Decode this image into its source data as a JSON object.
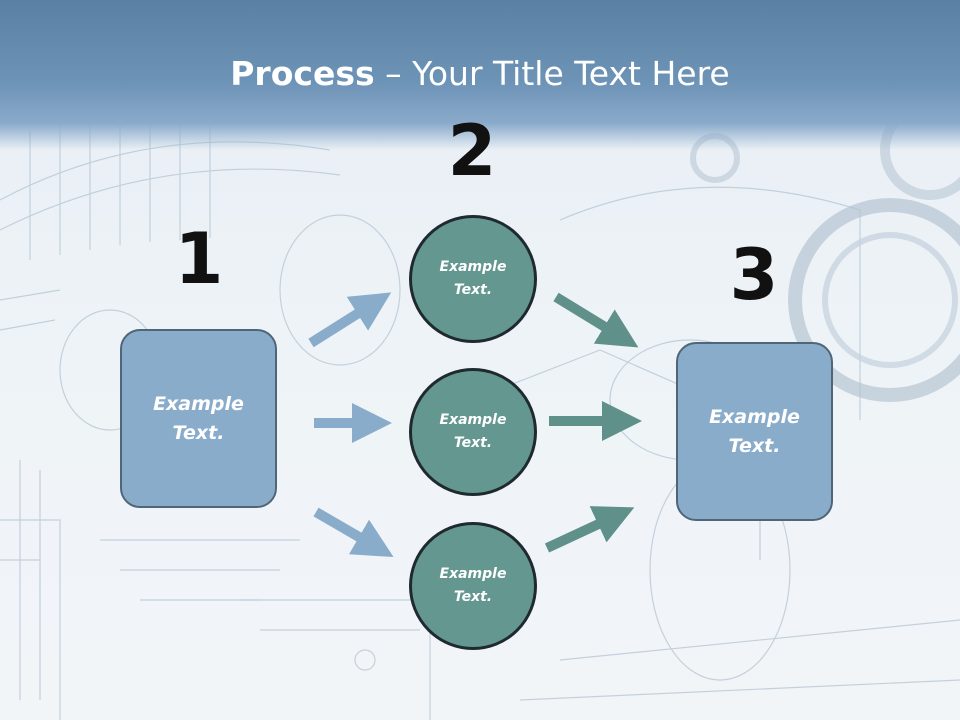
{
  "title": {
    "bold": "Process",
    "rest": " – Your Title Text Here"
  },
  "steps": [
    {
      "number": "1",
      "label": "Example\nText."
    },
    {
      "number": "2",
      "label": ""
    },
    {
      "number": "3",
      "label": "Example\nText."
    }
  ],
  "circles": [
    {
      "label": "Example\nText."
    },
    {
      "label": "Example\nText."
    },
    {
      "label": "Example\nText."
    }
  ],
  "colors": {
    "header": "#6d93b6",
    "box_fill": "#8aaccb",
    "circle_fill": "#63978f",
    "arrow_blue": "#8aaccb",
    "arrow_teal": "#5f918a"
  }
}
